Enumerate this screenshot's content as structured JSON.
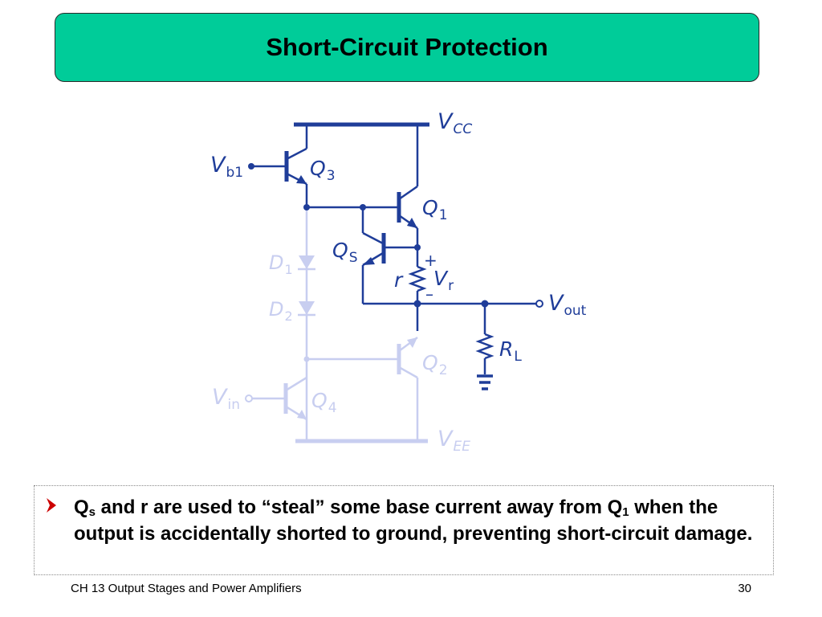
{
  "slide": {
    "title": "Short-Circuit Protection",
    "footer_left": "CH 13 Output Stages and Power Amplifiers",
    "page_number": "30"
  },
  "colors": {
    "title_bg": "#00cc99",
    "circuit_active": "#1f3d99",
    "circuit_faded": "#c8cef0",
    "bullet_arrow": "#cc0000"
  },
  "circuit": {
    "vcc": {
      "main": "V",
      "sub": "CC"
    },
    "vee": {
      "main": "V",
      "sub": "EE"
    },
    "vb1": {
      "main": "V",
      "sub": "b1"
    },
    "vin": {
      "main": "V",
      "sub": "in"
    },
    "vout": {
      "main": "V",
      "sub": "out"
    },
    "vr": {
      "main": "V",
      "sub": "r"
    },
    "q1": {
      "main": "Q",
      "sub": "1"
    },
    "q2": {
      "main": "Q",
      "sub": "2"
    },
    "q3": {
      "main": "Q",
      "sub": "3"
    },
    "q4": {
      "main": "Q",
      "sub": "4"
    },
    "qs": {
      "main": "Q",
      "sub": "S"
    },
    "d1": {
      "main": "D",
      "sub": "1"
    },
    "d2": {
      "main": "D",
      "sub": "2"
    },
    "rl": {
      "main": "R",
      "sub": "L"
    },
    "r": "r",
    "plus": "+",
    "minus": "–"
  },
  "bullet": {
    "icon": "arrow-bullet-icon",
    "seg1": "Q",
    "sub1": "s",
    "seg2": " and r are used to “steal” some base current away from Q",
    "sub2": "1",
    "seg3": " when the output is accidentally shorted to ground, preventing short-circuit damage."
  }
}
